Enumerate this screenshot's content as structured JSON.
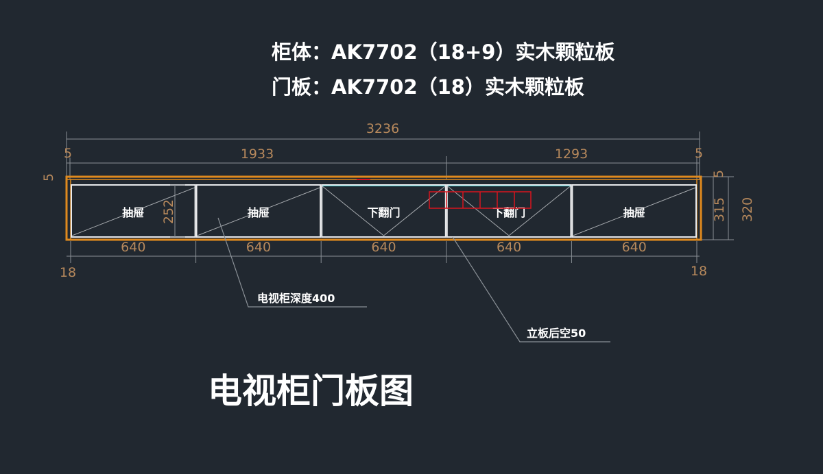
{
  "header": {
    "cabinet_spec": "柜体：AK7702（18+9）实木颗粒板",
    "door_spec": "门板：AK7702（18）实木颗粒板"
  },
  "dimensions": {
    "total_width": "3236",
    "left_section": "1933",
    "right_section": "1293",
    "left_offset": "5",
    "right_offset": "5",
    "left_vertical_offset": "5",
    "right_vertical_offset": "5",
    "drawer_height": "252",
    "inner_height": "315",
    "outer_height": "320",
    "left_side_thickness": "18",
    "right_side_thickness": "18",
    "panel_widths": [
      "640",
      "640",
      "640",
      "640",
      "640"
    ]
  },
  "panels": [
    {
      "label": "抽屉"
    },
    {
      "label": "抽屉"
    },
    {
      "label": "下翻门"
    },
    {
      "label": "下翻门"
    },
    {
      "label": "抽屉"
    }
  ],
  "annotations": {
    "depth_note": "电视柜深度400",
    "gap_note": "立板后空50"
  },
  "drawing_title": "电视柜门板图",
  "colors": {
    "background": "#212830",
    "frame_orange": "#e08a1e",
    "panel_white": "#e9eaec",
    "dimension_text": "#b7895c",
    "highlight_red": "#d8141e",
    "highlight_cyan": "#2bc3c8"
  }
}
